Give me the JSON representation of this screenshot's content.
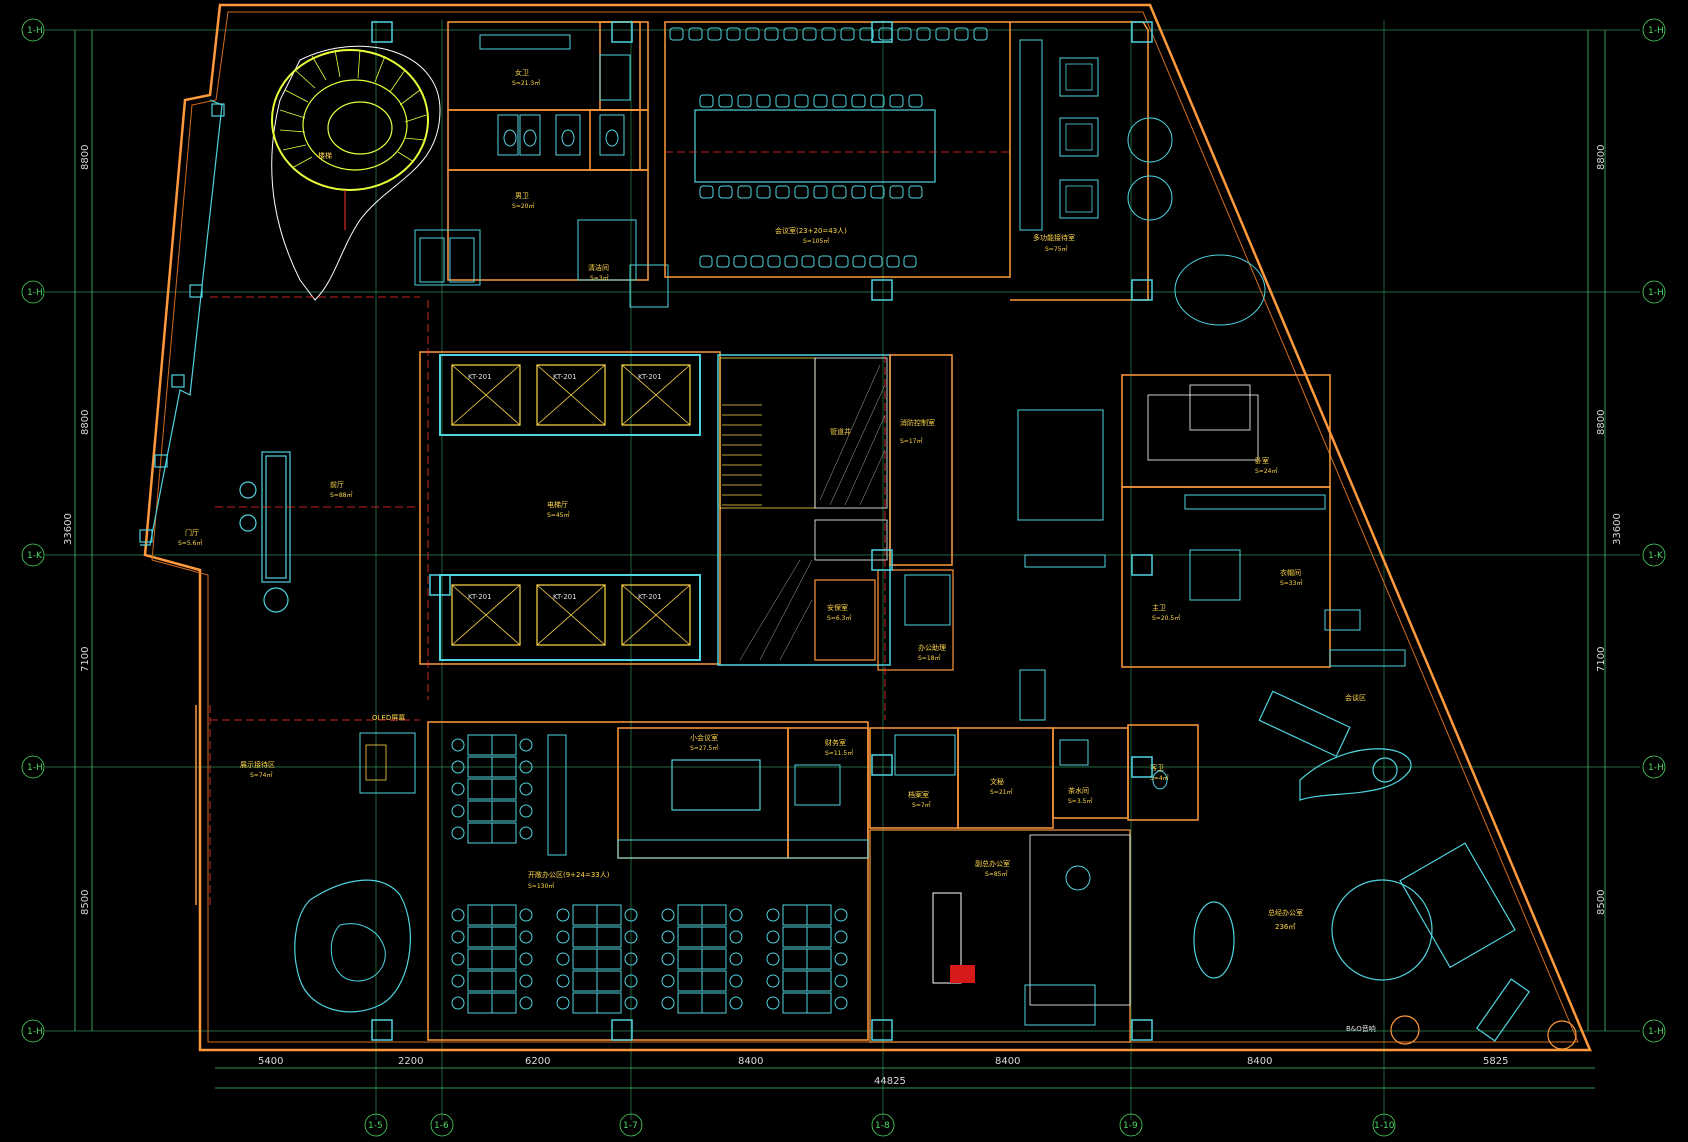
{
  "dimensions": {
    "bottom_segments": [
      "5400",
      "2200",
      "6200",
      "8400",
      "8400",
      "8400",
      "5825"
    ],
    "bottom_total": "44825",
    "side_segments": [
      "8800",
      "8800",
      "7100",
      "8500"
    ],
    "side_total": "33600"
  },
  "axes": {
    "horizontal": [
      "1-5",
      "1-6",
      "1-7",
      "1-8",
      "1-9",
      "1-10"
    ],
    "vertical": [
      "1-H",
      "1-H",
      "1-K",
      "1-H",
      "1-H"
    ]
  },
  "rooms": {
    "stair": "楼梯",
    "female_wc": "女卫",
    "female_wc_area": "S=21.3㎡",
    "male_wc": "男卫",
    "male_wc_area": "S=20㎡",
    "cleaning": "清洁间",
    "cleaning_area": "S=3㎡",
    "conference": "会议室(23+20=43人)",
    "conference_area": "S=105㎡",
    "multi_room": "多功能接待室",
    "multi_room_area": "S=75㎡",
    "lobby": "前厅",
    "lobby_area": "S=88㎡",
    "elevator_hall": "电梯厅",
    "elevator_hall_area": "S=45㎡",
    "pipe_well": "管道井",
    "fire_room": "消防控制室",
    "fire_room_area": "S=17㎡",
    "security": "安保室",
    "security_area": "S=6.3㎡",
    "office_mgr": "办公助理",
    "office_mgr_area": "S=18㎡",
    "bedroom": "卧室",
    "bedroom_area": "S=24㎡",
    "dressing": "衣帽间",
    "dressing_area": "S=33㎡",
    "main_wc": "主卫",
    "main_wc_area": "S=20.5㎡",
    "meeting": "会谈区",
    "exhibit": "展示接待区",
    "exhibit_area": "S=74㎡",
    "lobby_entry": "门厅",
    "lobby_entry_area": "S=5.6㎡",
    "small_meeting": "小会议室",
    "small_meeting_area": "S=27.5㎡",
    "finance": "财务室",
    "finance_area": "S=11.5㎡",
    "open_office": "开敞办公区(9+24=33人)",
    "open_office_area": "S=130㎡",
    "archive": "档案室",
    "archive_area": "S=7㎡",
    "secretary": "文秘",
    "secretary_area": "S=21㎡",
    "tea_room": "茶水间",
    "tea_room_area": "S=3.5㎡",
    "guest_wc": "客卫",
    "guest_wc_area": "S=4㎡",
    "vice_office": "副总办公室",
    "vice_office_area": "S=85㎡",
    "gm_office": "总经办公室",
    "gm_office_area": "236㎡",
    "bno_label": "B&O音响",
    "oled_label": "OLED屏幕"
  },
  "elevators": [
    "KT-201",
    "KT-201",
    "KT-201",
    "KT-201",
    "KT-201",
    "KT-201"
  ]
}
